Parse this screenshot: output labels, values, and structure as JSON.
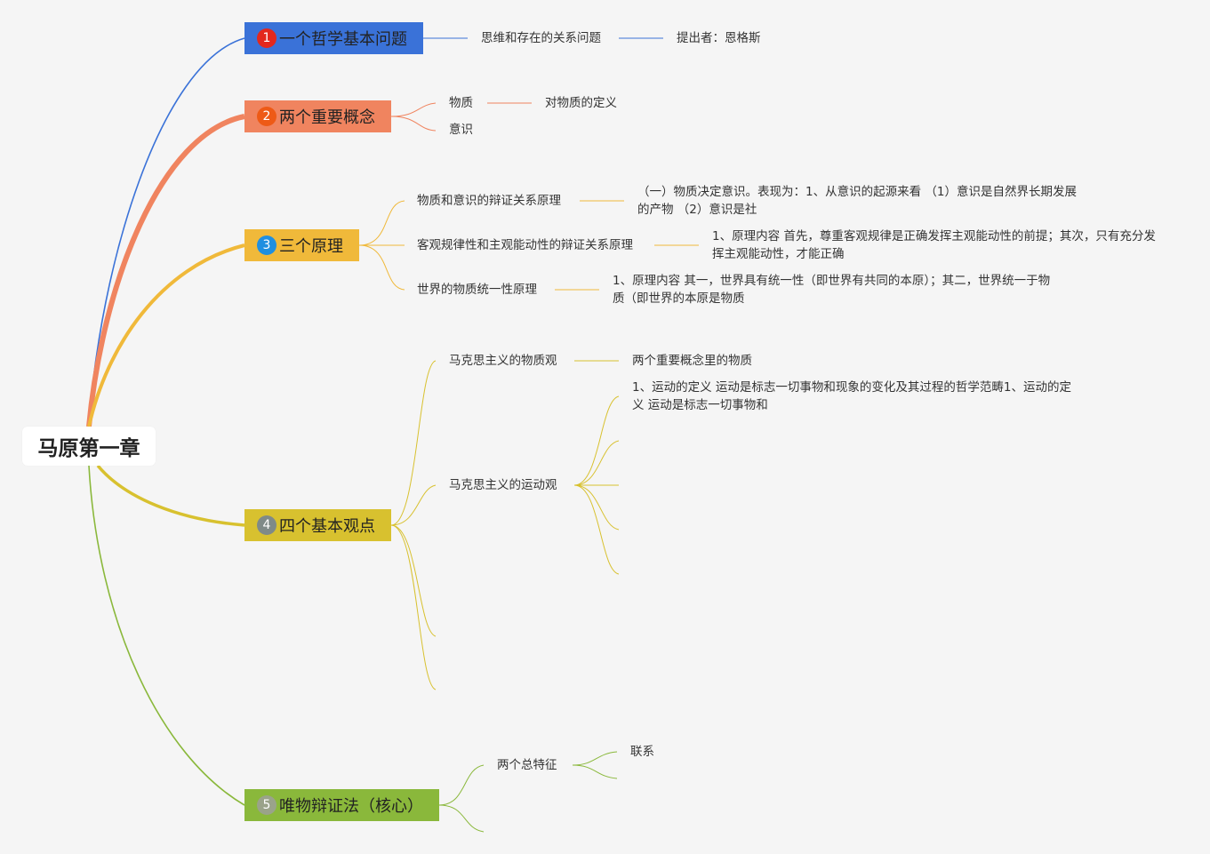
{
  "root": {
    "title": "马原第一章"
  },
  "branches": [
    {
      "number": "1",
      "title": "一个哲学基本问题",
      "color": "#3a72d8",
      "badge_color": "#e3281d",
      "children": [
        {
          "label": "思维和存在的关系问题",
          "children": [
            {
              "label": "提出者：恩格斯"
            }
          ]
        }
      ]
    },
    {
      "number": "2",
      "title": "两个重要概念",
      "color": "#f0845f",
      "badge_color": "#ee5a16",
      "children": [
        {
          "label": "物质",
          "children": [
            {
              "label": "对物质的定义"
            }
          ]
        },
        {
          "label": "意识"
        }
      ]
    },
    {
      "number": "3",
      "title": "三个原理",
      "color": "#f0b93a",
      "badge_color": "#1f8fe0",
      "children": [
        {
          "label": "物质和意识的辩证关系原理",
          "children": [
            {
              "label": "（一）物质决定意识。表现为：1、从意识的起源来看 （1）意识是自然界长期发展的产物 （2）意识是社"
            }
          ]
        },
        {
          "label": "客观规律性和主观能动性的辩证关系原理",
          "children": [
            {
              "label": "1、原理内容 首先，尊重客观规律是正确发挥主观能动性的前提；其次，只有充分发挥主观能动性，才能正确"
            }
          ]
        },
        {
          "label": "世界的物质统一性原理",
          "children": [
            {
              "label": "1、原理内容 其一，世界具有统一性（即世界有共同的本原）；其二，世界统一于物质（即世界的本原是物质"
            }
          ]
        }
      ]
    },
    {
      "number": "4",
      "title": "四个基本观点",
      "color": "#d8c12f",
      "badge_color": "#7f8a88",
      "children": [
        {
          "label": "马克思主义的物质观",
          "children": [
            {
              "label": "两个重要概念里的物质"
            }
          ]
        },
        {
          "label": "马克思主义的运动观",
          "children": [
            {
              "label": "1、运动的定义 运动是标志一切事物和现象的变化及其过程的哲学范畴1、运动的定义 运动是标志一切事物和"
            }
          ]
        }
      ]
    },
    {
      "number": "5",
      "title": "唯物辩证法（核心）",
      "color": "#8ab83b",
      "badge_color": "#9aa38a",
      "children": [
        {
          "label": "两个总特征",
          "children": [
            {
              "label": "联系"
            }
          ]
        }
      ]
    }
  ]
}
